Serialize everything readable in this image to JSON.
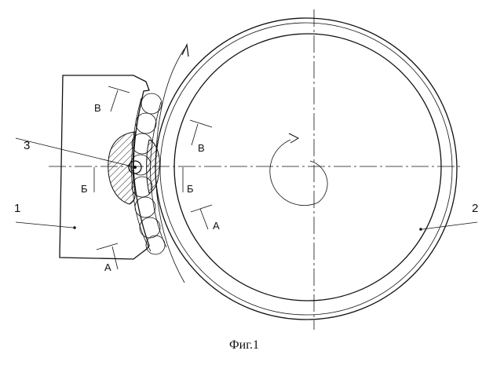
{
  "figure": {
    "caption": "Фиг.1",
    "part_labels": {
      "housing": "1",
      "disc": "2",
      "roller": "3"
    },
    "section_marks": {
      "a": "А",
      "b": "Б",
      "v": "В"
    }
  }
}
